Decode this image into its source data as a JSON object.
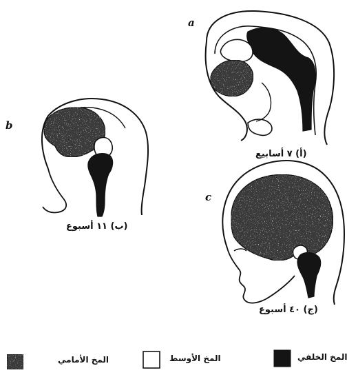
{
  "panels": {
    "a": {
      "letter": "a",
      "caption": "(أ) ٧ أسابيع"
    },
    "b": {
      "letter": "b",
      "caption": "(ب) ١١ أسبوع"
    },
    "c": {
      "letter": "c",
      "caption": "(ج) ٤٠ أسبوع"
    }
  },
  "legend": {
    "forebrain": "المخ الأمامي",
    "midbrain": "المخ الأوسط",
    "hindbrain": "المخ الخلفي"
  },
  "colors": {
    "ink": "#111111",
    "forebrain_fill": "#3a3a3a",
    "midbrain_fill": "#ffffff",
    "hindbrain_fill": "#141414"
  },
  "icons": {
    "forebrain_swatch": "speckled-dark-square",
    "midbrain_swatch": "empty-square",
    "hindbrain_swatch": "solid-black-square"
  }
}
